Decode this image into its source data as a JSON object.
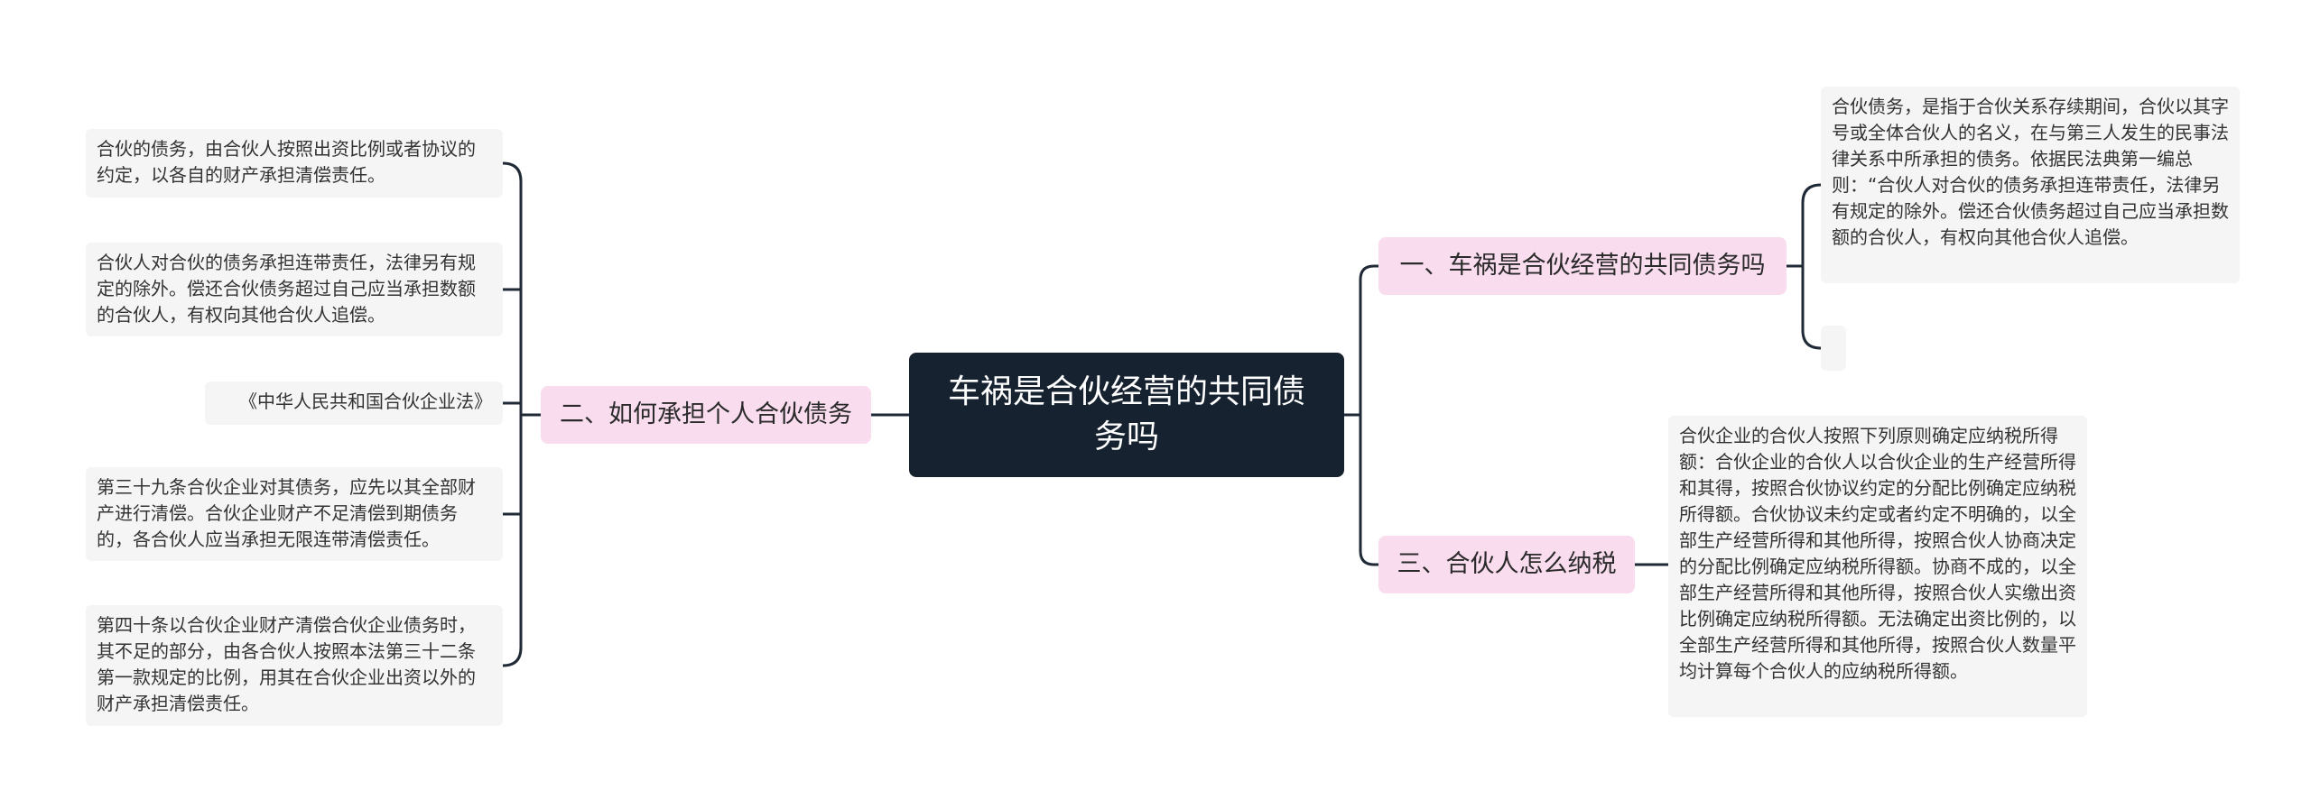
{
  "root": {
    "title": "车祸是合伙经营的共同债务吗"
  },
  "branches": [
    {
      "label": "一、车祸是合伙经营的共同债务吗",
      "leaves": [
        "合伙债务，是指于合伙关系存续期间，合伙以其字号或全体合伙人的名义，在与第三人发生的民事法律关系中所承担的债务。依据民法典第一编总则：“合伙人对合伙的债务承担连带责任，法律另有规定的除外。偿还合伙债务超过自己应当承担数额的合伙人，有权向其他合伙人追偿。",
        ""
      ]
    },
    {
      "label": "二、如何承担个人合伙债务",
      "leaves": [
        "合伙的债务，由合伙人按照出资比例或者协议的约定，以各自的财产承担清偿责任。",
        "合伙人对合伙的债务承担连带责任，法律另有规定的除外。偿还合伙债务超过自己应当承担数额的合伙人，有权向其他合伙人追偿。",
        "《中华人民共和国合伙企业法》",
        "第三十九条合伙企业对其债务，应先以其全部财产进行清偿。合伙企业财产不足清偿到期债务的，各合伙人应当承担无限连带清偿责任。",
        "第四十条以合伙企业财产清偿合伙企业债务时，其不足的部分，由各合伙人按照本法第三十二条第一款规定的比例，用其在合伙企业出资以外的财产承担清偿责任。"
      ]
    },
    {
      "label": "三、合伙人怎么纳税",
      "leaves": [
        "合伙企业的合伙人按照下列原则确定应纳税所得额：合伙企业的合伙人以合伙企业的生产经营所得和其得，按照合伙协议约定的分配比例确定应纳税所得额。合伙协议未约定或者约定不明确的，以全部生产经营所得和其他所得，按照合伙人协商决定的分配比例确定应纳税所得额。协商不成的，以全部生产经营所得和其他所得，按照合伙人实缴出资比例确定应纳税所得额。无法确定出资比例的，以全部生产经营所得和其他所得，按照合伙人数量平均计算每个合伙人的应纳税所得额。"
      ]
    }
  ],
  "colors": {
    "root_bg": "#172230",
    "branch_bg": "#f9dcee",
    "leaf_bg": "#f5f5f5",
    "line": "#1f2a36"
  }
}
